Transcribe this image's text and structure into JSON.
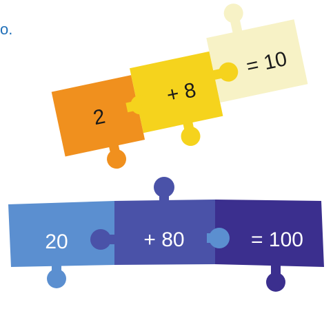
{
  "corner_text": "o.",
  "puzzle_top": {
    "pieces": [
      {
        "label": "2",
        "color": "#f0901e",
        "knob_color": "#f0901e"
      },
      {
        "label": "+ 8",
        "color": "#f5d31d",
        "knob_color": "#f5d31d"
      },
      {
        "label": "= 10",
        "color": "#f7f2c6",
        "knob_color": "#f7f2c6"
      }
    ],
    "connector_colors": [
      "#f5d31d",
      "#f5d31d"
    ]
  },
  "puzzle_bottom": {
    "pieces": [
      {
        "label": "20",
        "color": "#5b8fd0",
        "knob_color": "#5b8fd0"
      },
      {
        "label": "+ 80",
        "color": "#4a52a8",
        "knob_color": "#4a52a8"
      },
      {
        "label": "= 100",
        "color": "#3b2f8e",
        "knob_color": "#3b2f8e"
      }
    ],
    "connector_colors": [
      "#4a52a8",
      "#5b8fd0"
    ]
  },
  "text_color": "#1a1a1a",
  "light_text_color": "#ffffff"
}
